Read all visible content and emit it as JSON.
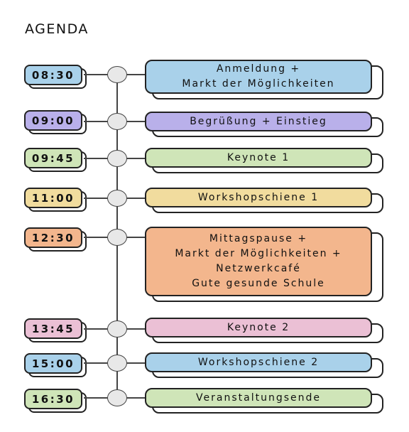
{
  "title": "AGENDA",
  "colors": {
    "blue": "#a9d1ea",
    "purple": "#b9b0ea",
    "green": "#cfe5b8",
    "yellow": "#f1dc9e",
    "orange": "#f3b68d",
    "pink": "#ebc0d5"
  },
  "items": [
    {
      "time": "08:30",
      "lines": [
        "Anmeldung +",
        "Markt der Möglichkeiten"
      ],
      "color": "blue"
    },
    {
      "time": "09:00",
      "lines": [
        "Begrüßung + Einstieg"
      ],
      "color": "purple"
    },
    {
      "time": "09:45",
      "lines": [
        "Keynote 1"
      ],
      "color": "green"
    },
    {
      "time": "11:00",
      "lines": [
        "Workshopschiene 1"
      ],
      "color": "yellow"
    },
    {
      "time": "12:30",
      "lines": [
        "Mittagspause +",
        "Markt der Möglichkeiten +",
        "Netzwerkcafé",
        "Gute gesunde Schule"
      ],
      "color": "orange"
    },
    {
      "time": "13:45",
      "lines": [
        "Keynote 2"
      ],
      "color": "pink"
    },
    {
      "time": "15:00",
      "lines": [
        "Workshopschiene 2"
      ],
      "color": "blue"
    },
    {
      "time": "16:30",
      "lines": [
        "Veranstaltungsende"
      ],
      "color": "green"
    }
  ]
}
